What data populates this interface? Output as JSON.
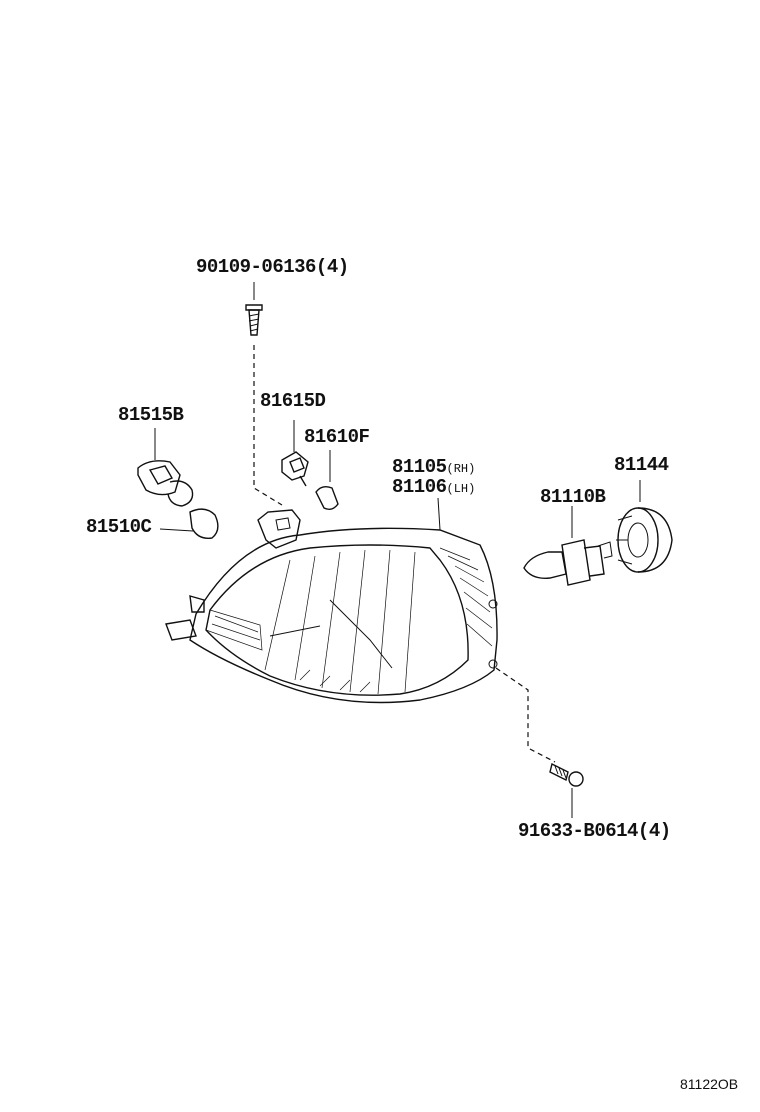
{
  "diagram": {
    "parts": {
      "bolt_top": "90109-06136(4)",
      "socket_side": "81515B",
      "bulb_side": "81510C",
      "socket_park": "81615D",
      "bulb_park": "81610F",
      "unit_rh": "81105",
      "unit_rh_side": "(RH)",
      "unit_lh": "81106",
      "unit_lh_side": "(LH)",
      "bulb_head": "81110B",
      "cover": "81144",
      "screw_bottom": "91633-B0614(4)"
    },
    "figure_code": "81122OB"
  }
}
